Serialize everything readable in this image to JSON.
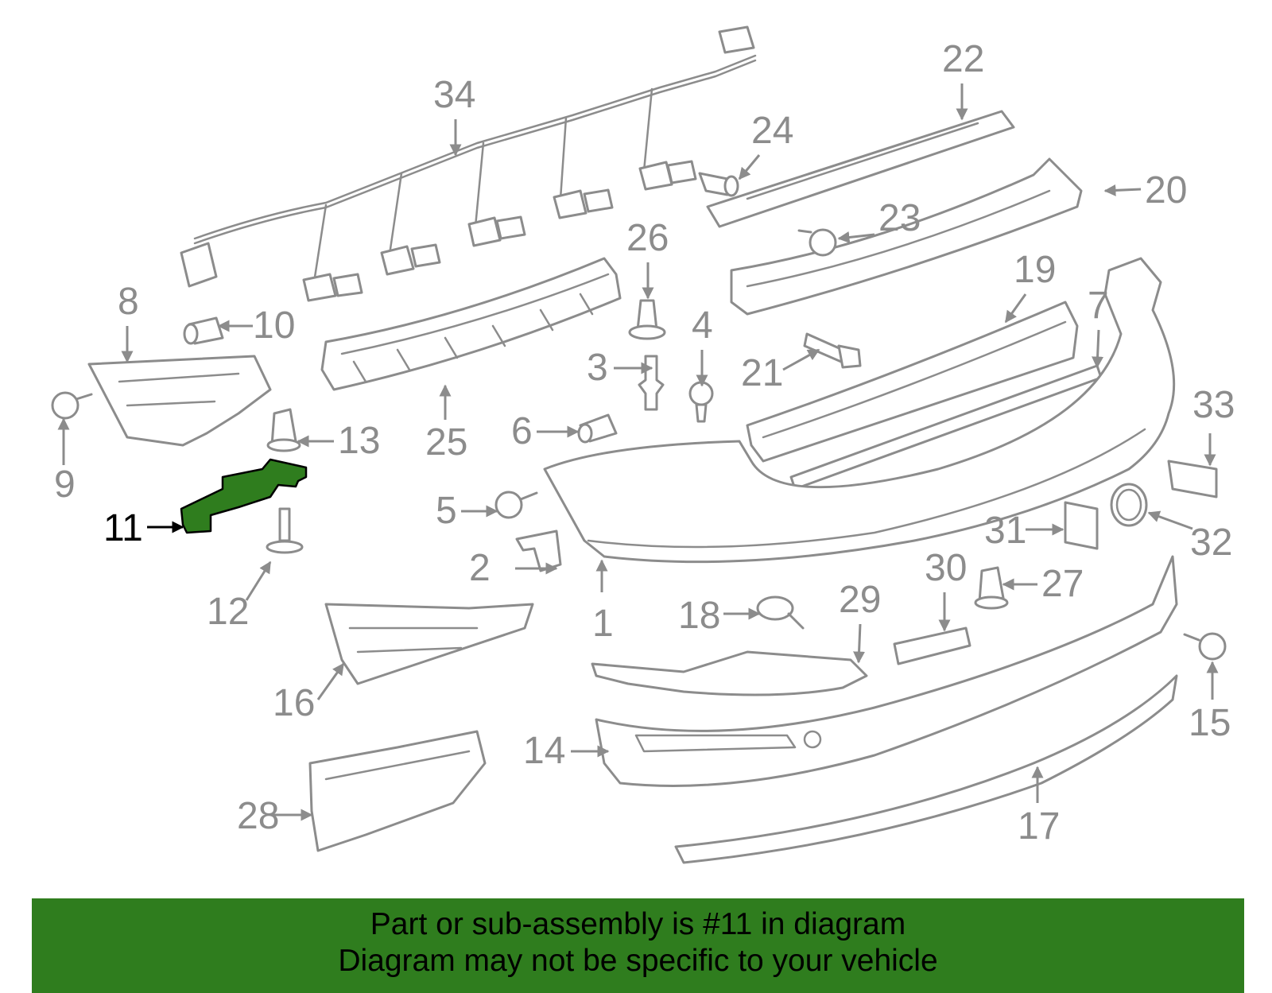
{
  "diagram": {
    "highlighted_part": "11",
    "highlight_color": "#2f7d1e",
    "line_color": "#8c8c8c",
    "callouts": [
      "1",
      "2",
      "3",
      "4",
      "5",
      "6",
      "7",
      "8",
      "9",
      "10",
      "11",
      "12",
      "13",
      "14",
      "15",
      "16",
      "17",
      "18",
      "19",
      "20",
      "21",
      "22",
      "23",
      "24",
      "25",
      "26",
      "27",
      "28",
      "29",
      "30",
      "31",
      "32",
      "33",
      "34"
    ]
  },
  "banner": {
    "line1": "Part or sub-assembly is #11 in diagram",
    "line2": "Diagram may not be specific to your vehicle",
    "background": "#2f7d1e"
  }
}
